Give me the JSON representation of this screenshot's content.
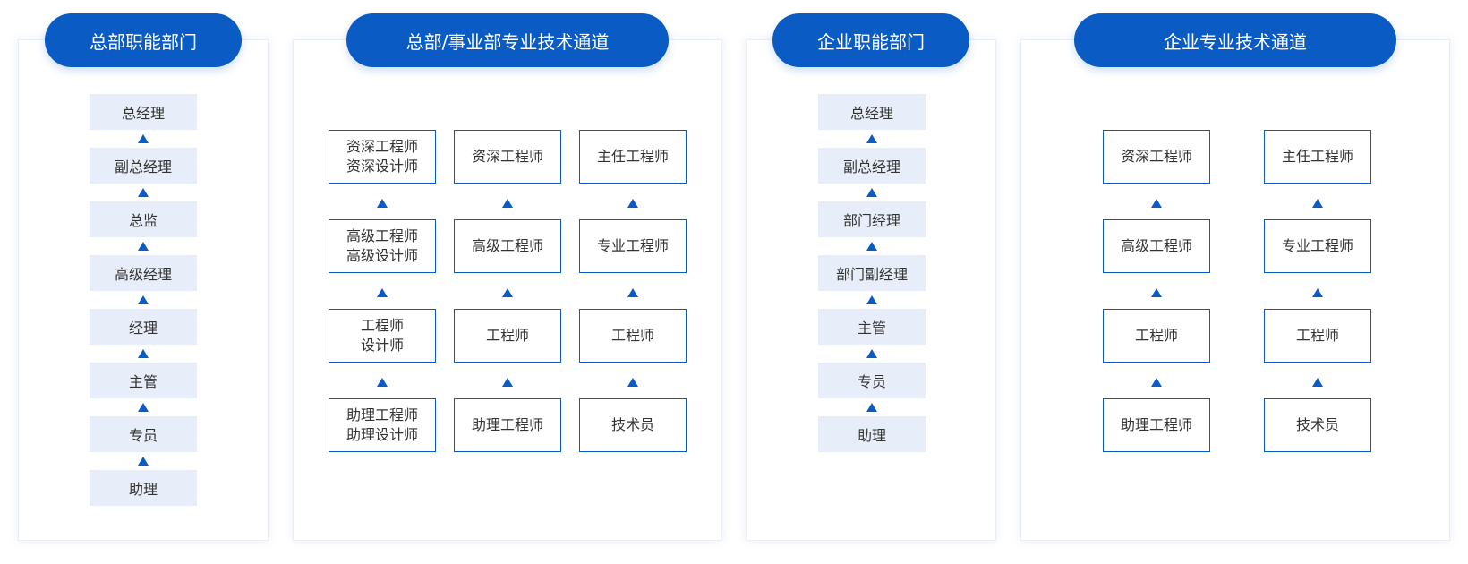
{
  "colors": {
    "accent": "#0a5bc4",
    "light_box": "#e7eef9"
  },
  "icons": {
    "arrow": "triangle-up-icon"
  },
  "sections": [
    {
      "title": "总部职能部门",
      "levels": [
        "总经理",
        "副总经理",
        "总监",
        "高级经理",
        "经理",
        "主管",
        "专员",
        "助理"
      ]
    },
    {
      "title": "总部/事业部专业技术通道",
      "columns": [
        [
          [
            "资深工程师",
            "资深设计师"
          ],
          [
            "高级工程师",
            "高级设计师"
          ],
          [
            "工程师",
            "设计师"
          ],
          [
            "助理工程师",
            "助理设计师"
          ]
        ],
        [
          [
            "资深工程师"
          ],
          [
            "高级工程师"
          ],
          [
            "工程师"
          ],
          [
            "助理工程师"
          ]
        ],
        [
          [
            "主任工程师"
          ],
          [
            "专业工程师"
          ],
          [
            "工程师"
          ],
          [
            "技术员"
          ]
        ]
      ]
    },
    {
      "title": "企业职能部门",
      "levels": [
        "总经理",
        "副总经理",
        "部门经理",
        "部门副经理",
        "主管",
        "专员",
        "助理"
      ]
    },
    {
      "title": "企业专业技术通道",
      "columns": [
        [
          [
            "资深工程师"
          ],
          [
            "高级工程师"
          ],
          [
            "工程师"
          ],
          [
            "助理工程师"
          ]
        ],
        [
          [
            "主任工程师"
          ],
          [
            "专业工程师"
          ],
          [
            "工程师"
          ],
          [
            "技术员"
          ]
        ]
      ]
    }
  ]
}
